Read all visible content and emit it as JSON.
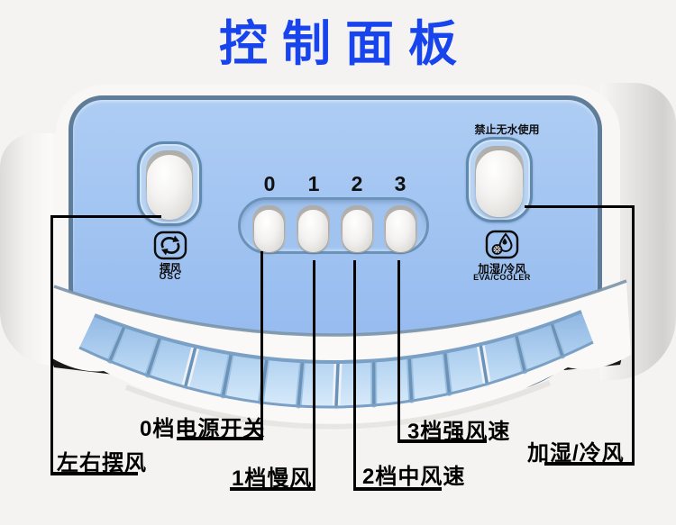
{
  "title": "控制面板",
  "device": {
    "warning_label": "禁止无水使用",
    "speed_numbers": [
      "0",
      "1",
      "2",
      "3"
    ],
    "osc_icon_label_cn": "摆风",
    "osc_icon_label_en": "OSC",
    "eva_icon_label_cn": "加湿/冷风",
    "eva_icon_label_en": "EVA/COOLER"
  },
  "callouts": {
    "swing": "左右摆风",
    "gear0": "0档电源开关",
    "gear1": "1档慢风",
    "gear2": "2档中风速",
    "gear3": "3档强风速",
    "humidify_cool": "加湿/冷风"
  },
  "colors": {
    "title_blue": "#1844ee",
    "panel_blue": "#9cc0f0",
    "panel_border": "#5f7d98",
    "grille_blue": "#bcd9f4",
    "grille_post": "#6b92b9",
    "callout_black": "#000000",
    "background": "#f4f3f1"
  }
}
